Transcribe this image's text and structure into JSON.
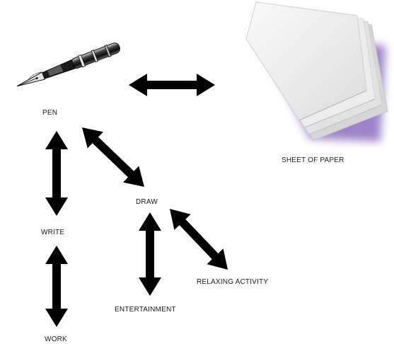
{
  "nodes": {
    "pen": {
      "label": "PEN",
      "icon": "fountain-pen-icon"
    },
    "paper": {
      "label": "SHEET OF PAPER",
      "icon": "paper-stack-icon"
    },
    "draw": {
      "label": "DRAW"
    },
    "write": {
      "label": "WRITE"
    },
    "relaxing": {
      "label": "RELAXING ACTIVITY"
    },
    "entertainment": {
      "label": "ENTERTAINMENT"
    },
    "work": {
      "label": "WORK"
    }
  },
  "edges": [
    {
      "from": "pen",
      "to": "paper",
      "type": "bidirectional"
    },
    {
      "from": "pen",
      "to": "write",
      "type": "bidirectional"
    },
    {
      "from": "pen",
      "to": "draw",
      "type": "bidirectional"
    },
    {
      "from": "write",
      "to": "work",
      "type": "bidirectional"
    },
    {
      "from": "draw",
      "to": "entertainment",
      "type": "bidirectional"
    },
    {
      "from": "draw",
      "to": "relaxing",
      "type": "bidirectional"
    }
  ],
  "colors": {
    "arrow": "#000000",
    "text": "#1a1a1a",
    "paper_shadow": "#7d5bb8"
  }
}
